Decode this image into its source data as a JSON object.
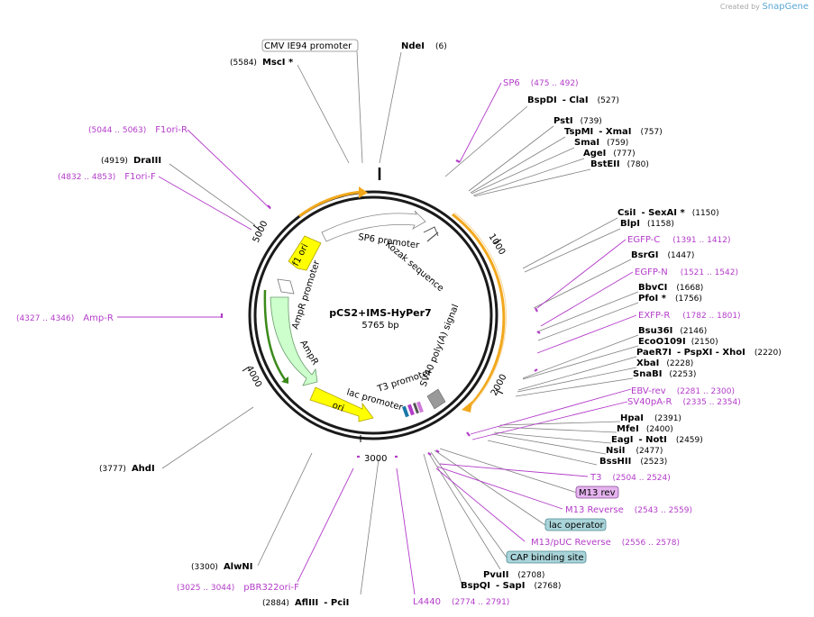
{
  "credit": {
    "prefix": "Created by",
    "brand": "SnapGene"
  },
  "plasmid": {
    "name": "pCS2+IMS-HyPer7",
    "size": "5765 bp"
  },
  "ticks": [
    "1000",
    "2000",
    "3000",
    "4000",
    "5000"
  ],
  "boxed_labels": {
    "cmv": "CMV IE94 promoter",
    "m13rev": "M13 rev",
    "lacop": "lac operator",
    "cap": "CAP binding site"
  },
  "sites_right": [
    {
      "name": "NdeI",
      "pos": "(6)"
    },
    {
      "name": "BspDI",
      "sep": "- ClaI",
      "pos": "(527)"
    },
    {
      "name": "PstI",
      "pos": "(739)"
    },
    {
      "name": "TspMI",
      "sep": "- XmaI",
      "pos": "(757)"
    },
    {
      "name": "SmaI",
      "pos": "(759)"
    },
    {
      "name": "AgeI",
      "pos": "(777)"
    },
    {
      "name": "BstEII",
      "pos": "(780)"
    },
    {
      "name": "CsiI",
      "sep": "- SexAI *",
      "pos": "(1150)"
    },
    {
      "name": "BlpI",
      "pos": "(1158)"
    },
    {
      "name": "BsrGI",
      "pos": "(1447)"
    },
    {
      "name": "BbvCI",
      "pos": "(1668)"
    },
    {
      "name": "PfoI *",
      "pos": "(1756)"
    },
    {
      "name": "Bsu36I",
      "pos": "(2146)"
    },
    {
      "name": "EcoO109I",
      "pos": "(2150)"
    },
    {
      "name": "PaeR7I",
      "sep": "- PspXI  - XhoI",
      "pos": "(2220)"
    },
    {
      "name": "XbaI",
      "pos": "(2228)"
    },
    {
      "name": "SnaBI",
      "pos": "(2253)"
    },
    {
      "name": "HpaI",
      "pos": "(2391)"
    },
    {
      "name": "MfeI",
      "pos": "(2400)"
    },
    {
      "name": "EagI",
      "sep": "- NotI",
      "pos": "(2459)"
    },
    {
      "name": "NsiI",
      "pos": "(2477)"
    },
    {
      "name": "BssHII",
      "pos": "(2523)"
    },
    {
      "name": "PvuII",
      "pos": "(2708)"
    },
    {
      "name": "BspQI",
      "sep": "- SapI",
      "pos": "(2768)"
    }
  ],
  "sites_left": [
    {
      "name": "MscI *",
      "pos": "(5584)"
    },
    {
      "name": "DraIII",
      "pos": "(4919)"
    },
    {
      "name": "AhdI",
      "pos": "(3777)"
    },
    {
      "name": "AlwNI",
      "pos": "(3300)"
    },
    {
      "name": "AflIII",
      "sep": "- PciI",
      "pos": "(2884)"
    }
  ],
  "primers": [
    {
      "name": "SP6",
      "pos": "(475 .. 492)"
    },
    {
      "name": "EGFP-C",
      "pos": "(1391 .. 1412)"
    },
    {
      "name": "EGFP-N",
      "pos": "(1521 .. 1542)"
    },
    {
      "name": "EXFP-R",
      "pos": "(1782 .. 1801)"
    },
    {
      "name": "EBV-rev",
      "pos": "(2281 .. 2300)"
    },
    {
      "name": "SV40pA-R",
      "pos": "(2335 .. 2354)"
    },
    {
      "name": "T3",
      "pos": "(2504 .. 2524)"
    },
    {
      "name": "M13 Reverse",
      "pos": "(2543 .. 2559)"
    },
    {
      "name": "M13/pUC Reverse",
      "pos": "(2556 .. 2578)"
    },
    {
      "name": "L4440",
      "pos": "(2774 .. 2791)"
    },
    {
      "name": "pBR322ori-F",
      "pos": "(3025 .. 3044)"
    },
    {
      "name": "Amp-R",
      "pos": "(4327 .. 4346)"
    },
    {
      "name": "F1ori-F",
      "pos": "(4832 .. 4853)"
    },
    {
      "name": "F1ori-R",
      "pos": "(5044 .. 5063)"
    }
  ],
  "features": {
    "sp6_promoter": "SP6 promoter",
    "kozak": "Kozak sequence",
    "sv40": "SV40 poly(A) signal",
    "t3": "T3 promoter",
    "lac": "lac promoter",
    "ori": "ori",
    "ampr": "AmpR",
    "ampr_promoter": "AmpR promoter",
    "f1ori": "f1 ori"
  },
  "colors": {
    "backbone": "#1a1a1a",
    "orf": "#f2a81d",
    "primer": "#b33cc9",
    "ori_yellow": "#ffff00",
    "ampr_green": "#ccffcc",
    "ampr_arrow": "#3a8a1a",
    "m13_box": "#e4b3ee",
    "lac_box": "#a9d4d9",
    "cmv_box": "#ffffff"
  }
}
